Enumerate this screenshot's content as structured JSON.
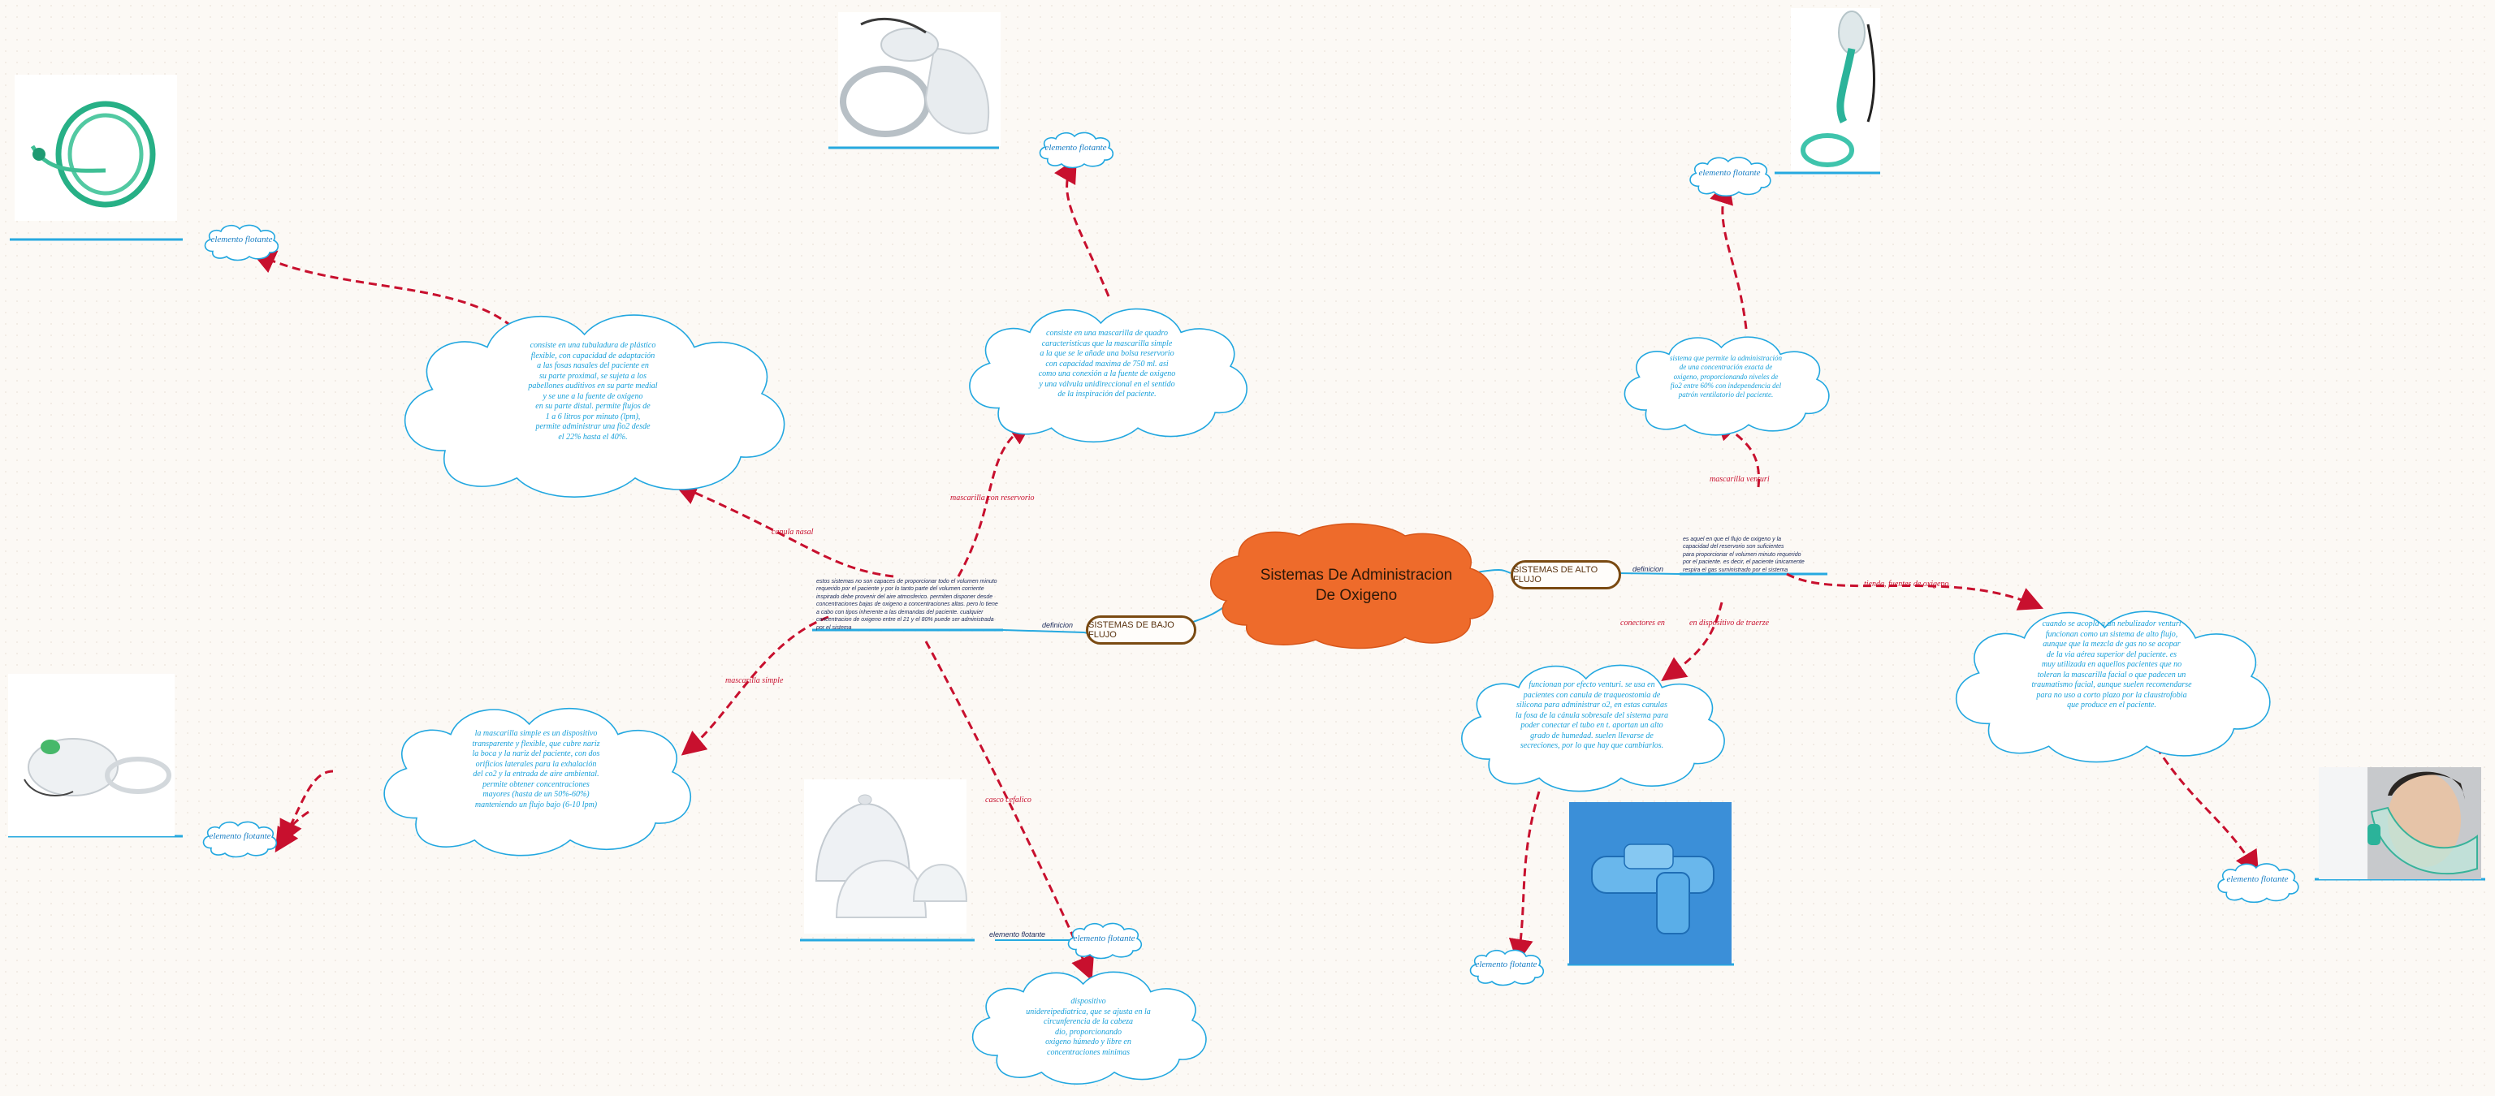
{
  "central_topic": "Sistemas De Administracion\nDe Oxigeno",
  "branches": {
    "bajo": {
      "label": "SISTEMAS DE BAJO FLUJO",
      "definicion_tag": "definicion",
      "definition": "estos sistemas no son capaces de proporcionar todo el volumen minuto\nrequerido por el paciente y por lo tanto parte del volumen corriente\ninspirado debe provenir del aire atmosferico. permiten disponer desde\nconcentraciones bajas de oxigeno a concentraciones altas. pero lo tiene\na cabo con tipos inherente a las demandas del paciente. cualquier\nconcentracion de oxigeno entre el 21 y el 80% puede ser administrada\npor el sistema"
    },
    "alto": {
      "label": "SISTEMAS DE ALTO FLUJO",
      "definicion_tag": "definicion",
      "definition": "es aquel en que el flujo de oxigeno y la\ncapacidad del reservorio son suficientes\npara proporcionar el volumen minuto requerido\npor el paciente. es decir, el paciente únicamente\nrespira el gas suministrado por el sistema"
    }
  },
  "edge_labels": {
    "canula": "canula nasal",
    "reservorio": "mascarilla con reservorio",
    "simple": "mascarilla simple",
    "cefalica": "casco cefalico",
    "venturi": "mascarilla venturi",
    "nebulizador": "tienda, fuentes de oxigeno",
    "tpieza": "conectores en",
    "tpieza2": "en dispositivo de traerze"
  },
  "clouds": {
    "canula": "consiste en una tubuladura de plástico\nflexible, con capacidad de adaptación\na las fosas nasales del paciente en\nsu parte proximal, se sujeta a los\npabellones auditivos en su parte medial\ny se une a la fuente de oxigeno\nen su parte distal. permite flujos de\n1 a 6 litros por minuto (lpm),\npermite administrar una fio2 desde\nel 22% hasta el 40%.",
    "reservorio": "consiste en una mascarilla de quadro\ncaracteristicas que la mascarilla simple\na la que se le añade una bolsa reservorio\ncon capacidad maxima de 750 ml. asi\ncomo una conexión a la fuente de oxigeno\ny una válvula unidireccional en el sentido\nde la inspiración del paciente.",
    "simple": "la mascarilla simple es un dispositivo\ntransparente y flexible, que cubre nariz\nla boca y la nariz del paciente, con dos\norificios laterales para la exhalación\ndel co2 y la entrada de aire ambiental.\npermite obtener concentraciones\nmayores (hasta de un 50%-60%)\nmanteniendo un flujo bajo (6-10 lpm)",
    "cefalica": "dispositivo\nunidereipediatrica, que se ajusta en la\ncircunferencia de la cabeza\ndio, proporcionando\noxigeno húmedo y libre en\nconcentraciones minimas",
    "venturi": "sistema que permite la administración\nde una concentración exacta de\noxigeno, proporcionando niveles de\nfio2 entre 60% con independencia del\npatrón ventilatorio del paciente.",
    "tpieza": "funcionan por efecto venturi. se usa en\npacientes con canula de traqueostomia de\nsilicona para administrar o2, en estas canulas\nla fosa de la cánula sobresale del sistema para\npoder conectar el tubo en t. aportan un alto\ngrado de humedad. suelen llevarse de\nsecreciones, por lo que hay que cambiarlos.",
    "nebulizador": "cuando se acopla a un nebulizador venturi\nfuncionan como un sistema de alto flujo,\naunque que la mezcla de gas no se acopar\nde la via aérea superior del paciente. es\nmuy utilizada en aquellos pacientes que no\ntoleran la mascarilla facial o que padecen un\ntraumatismo facial, aunque suelen recomendarse\npara no uso a corto plazo por la claustrofobia\nque produce en el paciente."
  },
  "floating": {
    "f1": "elemento flotante",
    "f2": "elemento flotante",
    "f3": "elemento flotante",
    "f4": "elemento flotante",
    "f5": "elemento flotante",
    "f6": "elemento flotante",
    "f7": "elemento flotante",
    "f8": "elemento flotante"
  },
  "colors": {
    "central": "#ee6b2b",
    "line_blue": "#26a9e0",
    "edge_red": "#c8102e",
    "pill_border": "#7a4a12",
    "cloud_stroke": "#22a7e0"
  },
  "icons": {
    "canula_img": "nasal-cannula-image",
    "reservorio_img": "reservoir-mask-image",
    "simple_img": "simple-mask-image",
    "cefalica_img": "oxygen-hood-image",
    "venturi_img": "venturi-mask-image",
    "tpieza_img": "t-piece-image",
    "nebulizador_img": "face-tent-image"
  }
}
